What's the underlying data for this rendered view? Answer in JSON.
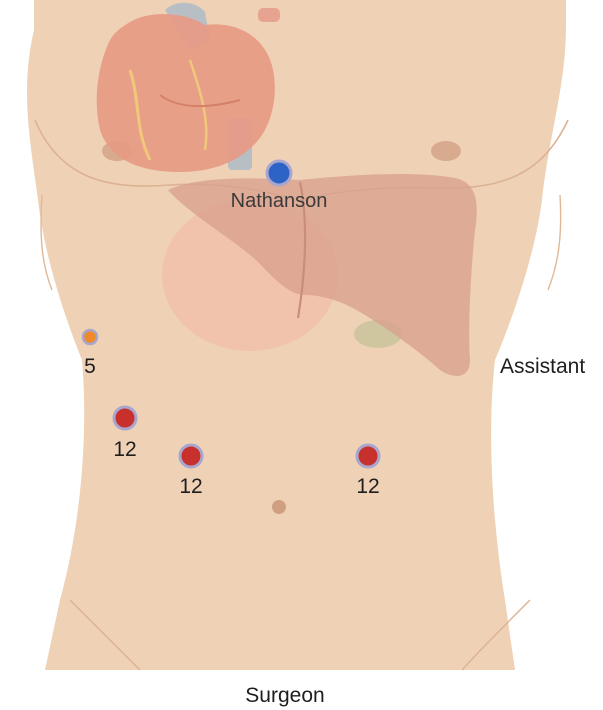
{
  "labels": {
    "nathanson": "Nathanson",
    "assistant": "Assistant",
    "surgeon": "Surgeon"
  },
  "ports": [
    {
      "label": "5",
      "kind": "5mm"
    },
    {
      "label": "12",
      "kind": "12mm"
    },
    {
      "label": "12",
      "kind": "12mm"
    },
    {
      "label": "12",
      "kind": "12mm"
    }
  ],
  "colors": {
    "skin": "#efd1b6",
    "skin_shadow": "#e4bf9f",
    "heart": "#e79a84",
    "aorta": "#b8bfc4",
    "liver": "#d9a08d",
    "stomach": "#f1c1ac",
    "gallbladder": "#cfc6a0",
    "nipple": "#d8aa8e",
    "port_12": "#c8302b",
    "port_5": "#ef8a2a",
    "port_ring": "#a8a6cf",
    "nathanson_retractor": "#2e63c6"
  }
}
